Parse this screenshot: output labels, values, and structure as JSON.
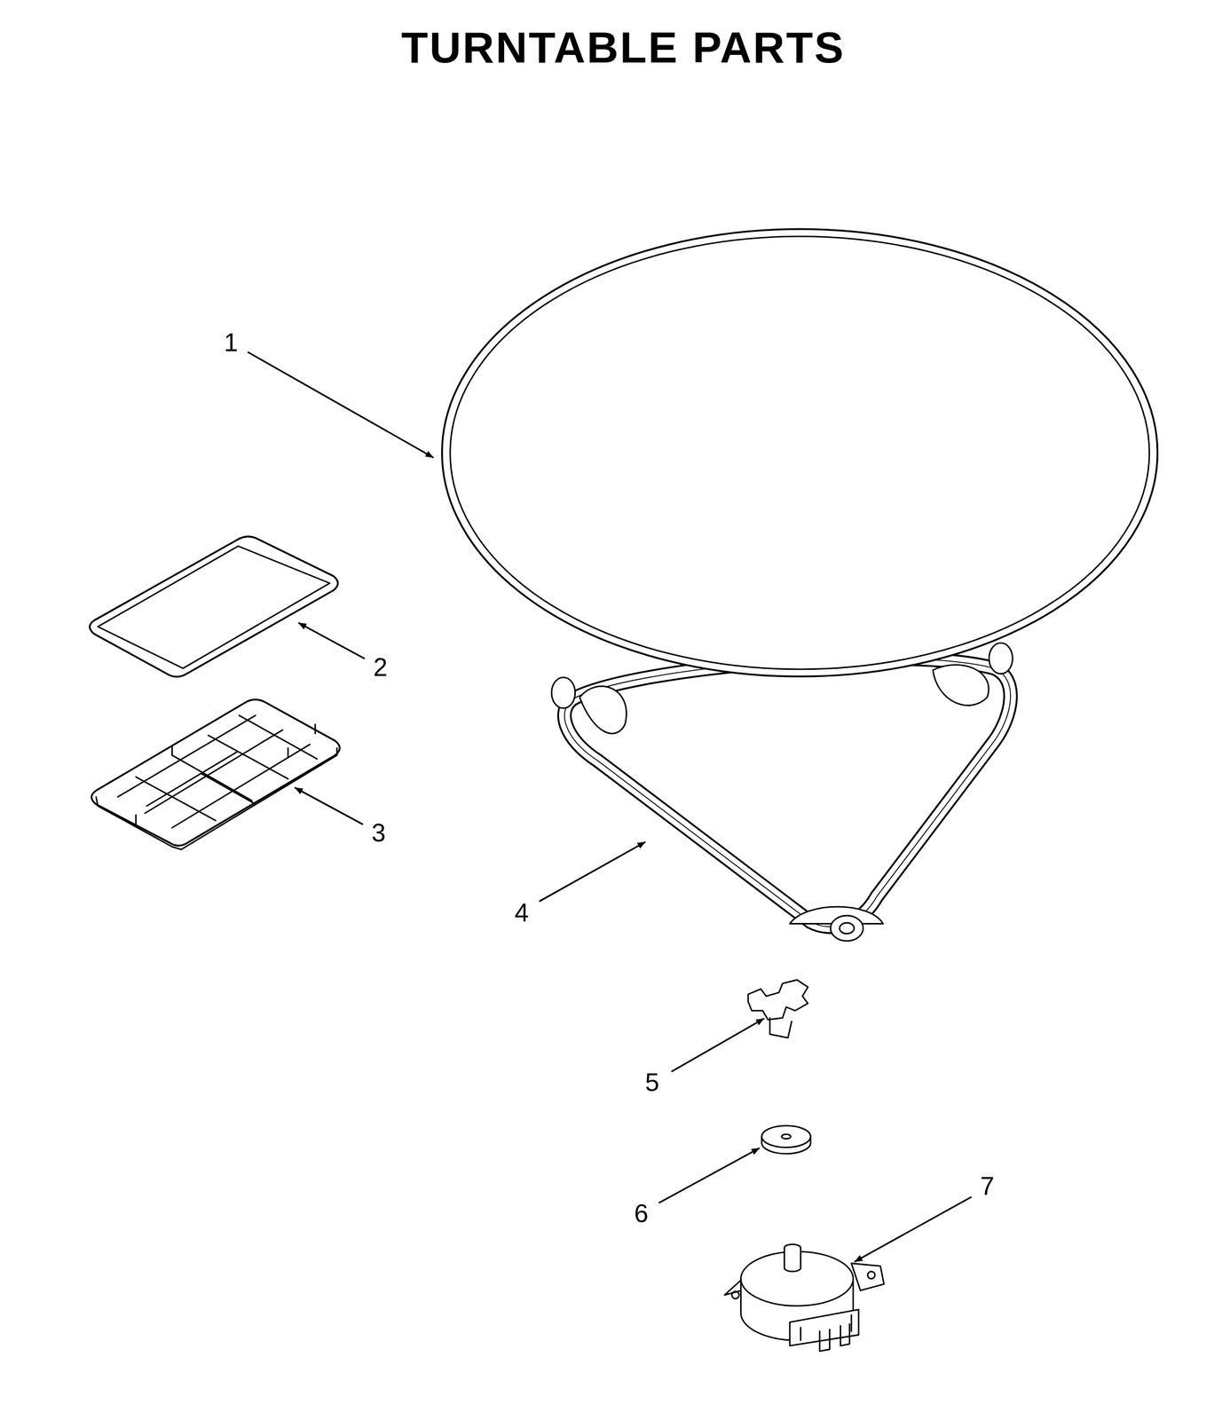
{
  "diagram": {
    "title": "TURNTABLE PARTS",
    "labels": [
      "1",
      "2",
      "3",
      "4",
      "5",
      "6",
      "7"
    ]
  }
}
